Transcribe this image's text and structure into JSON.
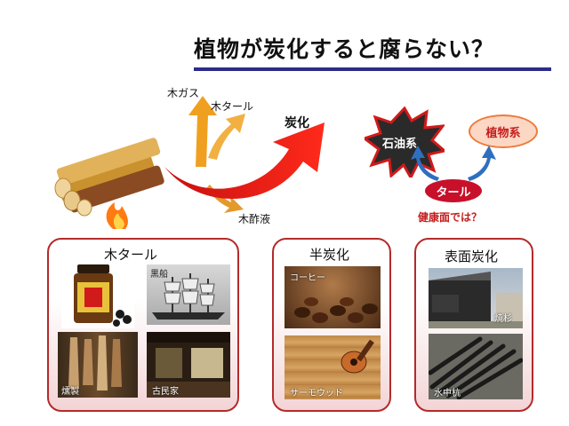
{
  "title": "植物が炭化すると腐らない？",
  "diagram": {
    "wood_gas": "木ガス",
    "wood_tar": "木タール",
    "carbonization": "炭化",
    "wood_vinegar": "木酢液"
  },
  "tar_box": {
    "petroleum": "石油系",
    "plant": "植物系",
    "tar": "タール",
    "question": "健康面では？"
  },
  "panels": {
    "wood_tar": {
      "title": "木タール",
      "captions": [
        "黒船",
        "燻製",
        "古民家"
      ]
    },
    "semi_carbon": {
      "title": "半炭化",
      "captions": [
        "コーヒー",
        "サーモウッド"
      ]
    },
    "surface_carbon": {
      "title": "表面炭化",
      "captions": [
        "焼杉",
        "水中杭"
      ]
    }
  },
  "colors": {
    "accent_red": "#e01b1b",
    "arrow_orange": "#f0a020",
    "panel_border": "#b42a2a",
    "title_rule": "#2c2c8a"
  }
}
